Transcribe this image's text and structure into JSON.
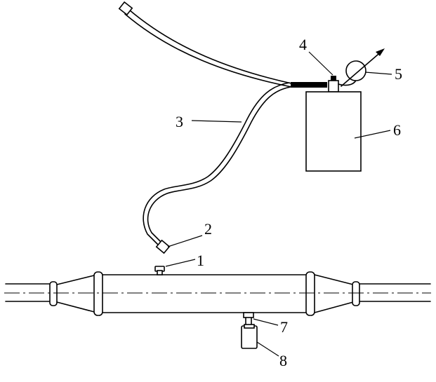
{
  "labels": [
    {
      "id": "1",
      "text": "1",
      "target": "top-fitting"
    },
    {
      "id": "2",
      "text": "2",
      "target": "hose-end-connector"
    },
    {
      "id": "3",
      "text": "3",
      "target": "flexible-hose"
    },
    {
      "id": "4",
      "text": "4",
      "target": "valve"
    },
    {
      "id": "5",
      "text": "5",
      "target": "pressure-gauge"
    },
    {
      "id": "6",
      "text": "6",
      "target": "tank"
    },
    {
      "id": "7",
      "text": "7",
      "target": "bottom-fitting"
    },
    {
      "id": "8",
      "text": "8",
      "target": "weight"
    }
  ],
  "colors": {
    "stroke": "#000000",
    "background": "#ffffff"
  }
}
